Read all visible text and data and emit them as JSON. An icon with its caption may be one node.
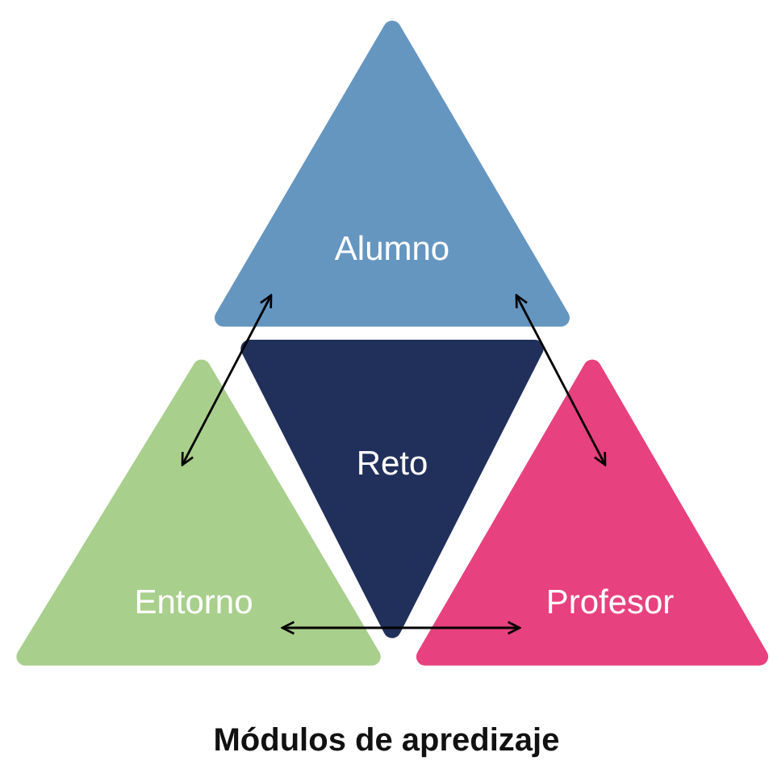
{
  "diagram": {
    "title": "Módulos de apredizaje",
    "nodes": [
      {
        "text": [
          "Alumno"
        ]
      },
      {
        "text": [
          "Reto"
        ]
      },
      {
        "text": [
          "Entorno"
        ]
      },
      {
        "text": [
          "Profesor"
        ]
      }
    ],
    "edges": [
      {
        "from": 0,
        "to": 2,
        "arrow": "both"
      },
      {
        "from": 0,
        "to": 3,
        "arrow": "both"
      },
      {
        "from": 2,
        "to": 3,
        "arrow": "both"
      }
    ]
  }
}
